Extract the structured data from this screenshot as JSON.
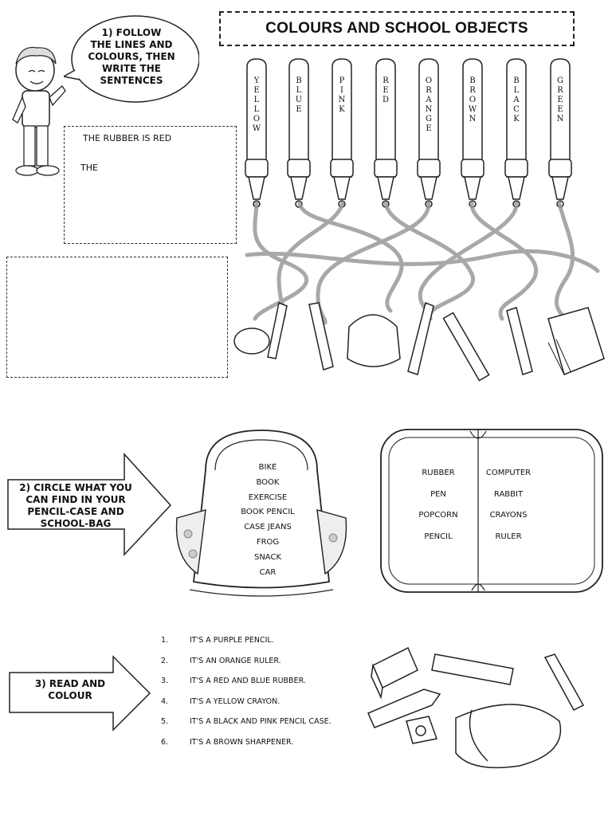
{
  "title": "COLOURS AND SCHOOL OBJECTS",
  "bubble": "1) FOLLOW THE LINES AND COLOURS, THEN WRITE THE SENTENCES",
  "bubble_lines": [
    "1)  FOLLOW",
    "THE LINES AND",
    "COLOURS, THEN",
    "WRITE THE",
    "SENTENCES"
  ],
  "example_sentence": "THE RUBBER IS RED",
  "second_line_start": "THE",
  "crayon_labels": [
    "YELLOW",
    "BLUE",
    "PINK",
    "RED",
    "ORANGE",
    "BROWN",
    "BLACK",
    "GREEN"
  ],
  "exercise2": {
    "lines": [
      "2)  CIRCLE WHAT YOU",
      "CAN FIND IN YOUR",
      "PENCIL-CASE AND",
      "SCHOOL-BAG"
    ],
    "bag_words": [
      "BIKE",
      "BOOK",
      "EXERCISE",
      "BOOK PENCIL",
      "CASE JEANS",
      "FROG",
      "SNACK",
      "CAR"
    ],
    "case_left": [
      "RUBBER",
      "PEN",
      "POPCORN",
      "PENCIL"
    ],
    "case_right": [
      "COMPUTER",
      "RABBIT",
      "CRAYONS",
      "RULER"
    ]
  },
  "exercise3": {
    "lines": [
      "3) READ AND",
      "COLOUR"
    ],
    "items": [
      {
        "num": "1.",
        "text": "IT'S A PURPLE PENCIL."
      },
      {
        "num": "2.",
        "text": "IT'S AN ORANGE RULER."
      },
      {
        "num": "3.",
        "text": "IT'S A RED AND BLUE RUBBER."
      },
      {
        "num": "4.",
        "text": "IT'S A YELLOW CRAYON."
      },
      {
        "num": "5.",
        "text": "IT'S A BLACK AND PINK PENCIL CASE."
      },
      {
        "num": "6.",
        "text": "IT'S A BROWN SHARPENER."
      }
    ]
  }
}
